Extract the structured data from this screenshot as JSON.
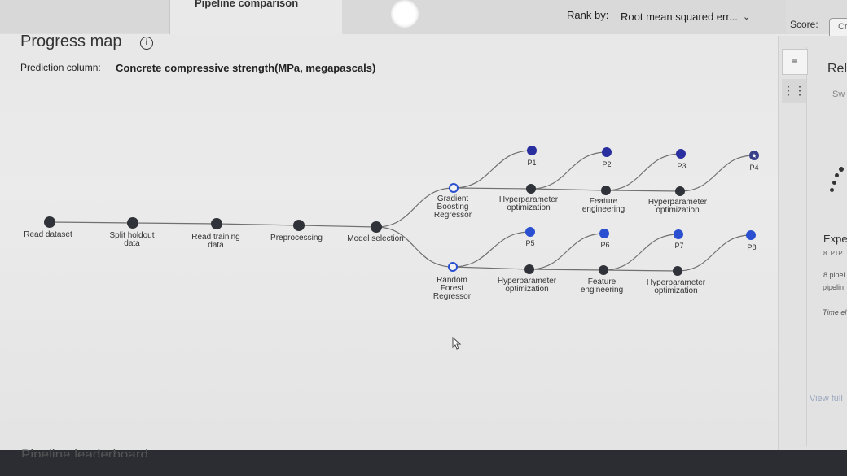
{
  "tabs": {
    "active_label": "Pipeline comparison"
  },
  "rank": {
    "label": "Rank by:",
    "value": "Root mean squared err...",
    "chevron": "chevron-down-icon"
  },
  "score": {
    "label": "Score:",
    "value": "Cr"
  },
  "title": "Progress map",
  "info_icon": "info-icon",
  "prediction": {
    "label": "Prediction column:",
    "value": "Concrete compressive strength(MPa, megapascals)"
  },
  "steps": [
    {
      "label1": "Read dataset",
      "label2": ""
    },
    {
      "label1": "Split holdout",
      "label2": "data"
    },
    {
      "label1": "Read training",
      "label2": "data"
    },
    {
      "label1": "Preprocessing",
      "label2": ""
    },
    {
      "label1": "Model selection",
      "label2": ""
    }
  ],
  "models": [
    {
      "line1": "Gradient",
      "line2": "Boosting",
      "line3": "Regressor"
    },
    {
      "line1": "Random",
      "line2": "Forest",
      "line3": "Regressor"
    }
  ],
  "enhancements": {
    "top": [
      {
        "line1": "Hyperparameter",
        "line2": "optimization"
      },
      {
        "line1": "Feature",
        "line2": "engineering"
      },
      {
        "line1": "Hyperparameter",
        "line2": "optimization"
      }
    ],
    "bottom": [
      {
        "line1": "Hyperparameter",
        "line2": "optimization"
      },
      {
        "line1": "Feature",
        "line2": "engineering"
      },
      {
        "line1": "Hyperparameter",
        "line2": "optimization"
      }
    ]
  },
  "pipelines": [
    "P1",
    "P2",
    "P3",
    "P4",
    "P5",
    "P6",
    "P7",
    "P8"
  ],
  "right_panel": {
    "rel": "Rel",
    "sw": "Sw",
    "expe": "Expe",
    "pip": "8 PIP",
    "pipel": "8 pipel",
    "pipelin": "pipelin",
    "time": "Time el",
    "view": "View full"
  },
  "leaderboard": "Pipeline leaderboard",
  "colors": {
    "node_dark": "#2f3238",
    "node_blue": "#2a4fd0",
    "edge": "#707070"
  }
}
